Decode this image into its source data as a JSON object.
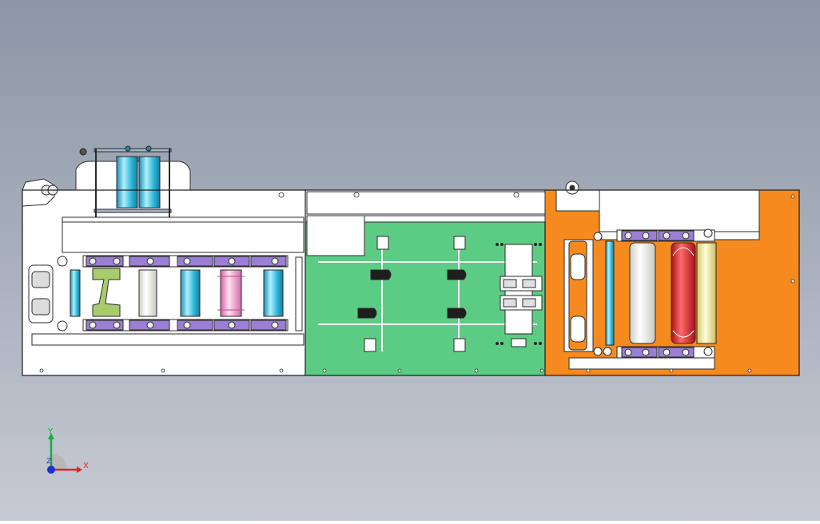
{
  "scene": {
    "background_top": "#8c96a6",
    "background_bottom": "#c6cad3",
    "panel_white": "#ffffff",
    "panel_green": "#5ccc84",
    "panel_orange": "#f78a1e",
    "line_color": "#2a2a2a",
    "roller_colors": {
      "cyan": "#2fb8d8",
      "white": "#f2f2ec",
      "pink": "#ee8fc4",
      "red": "#e0262a",
      "yellow": "#ece8a0",
      "green_block": "#a8cc6a",
      "purple_bar": "#9b7fd4"
    }
  },
  "triad": {
    "y_label": "Y",
    "x_label": "X",
    "z_label": "Z",
    "y_color": "#1fa83a",
    "x_color": "#e2231a",
    "z_color": "#1b2fd6"
  }
}
